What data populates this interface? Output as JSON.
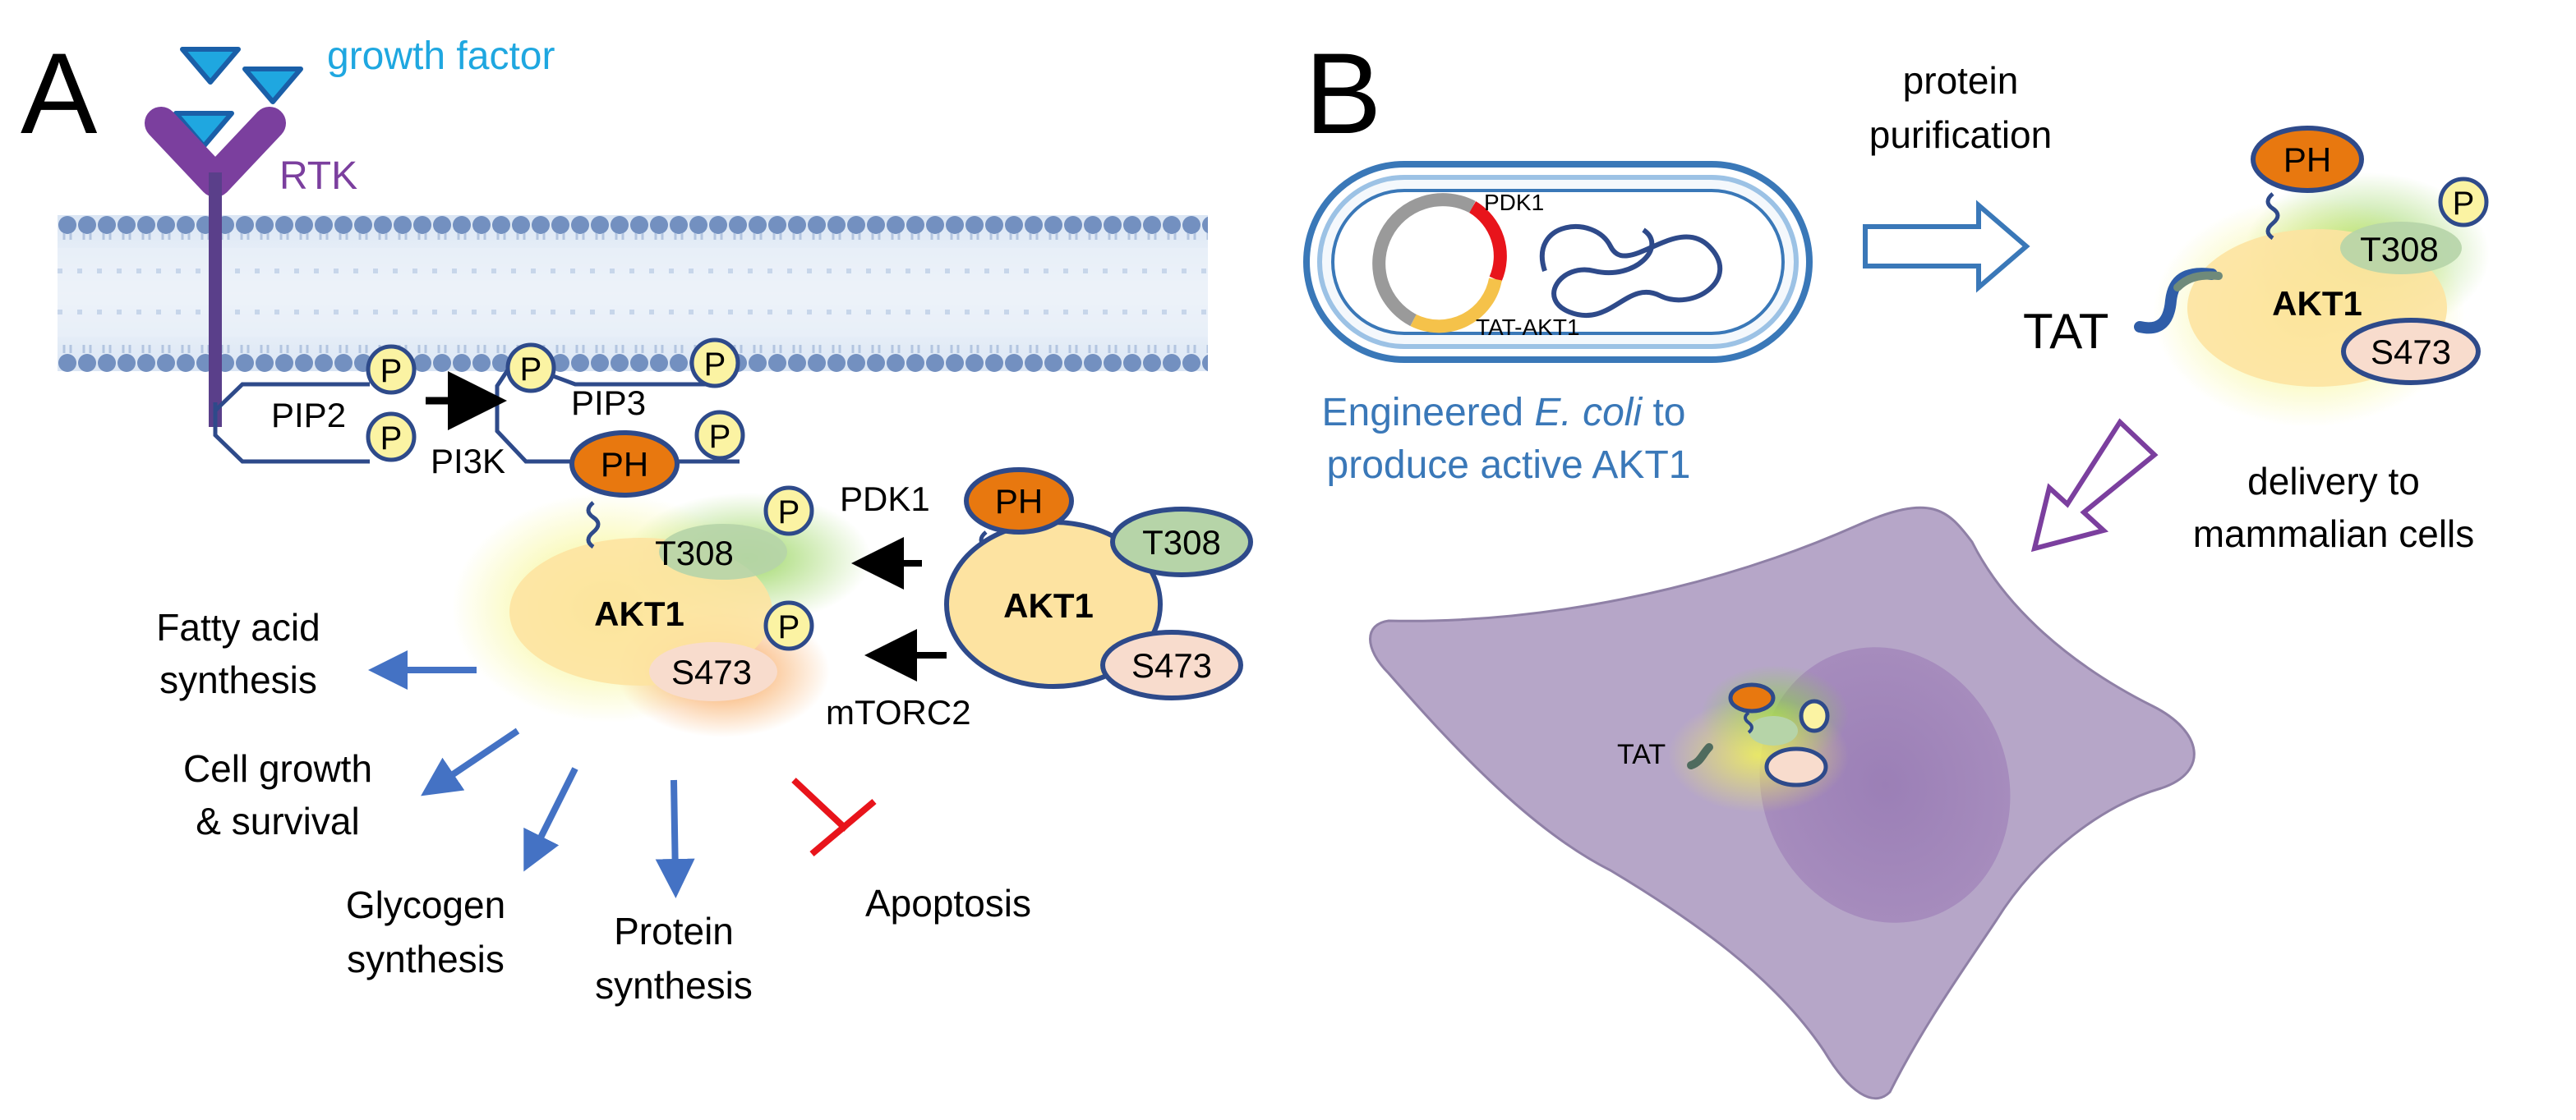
{
  "panelA": {
    "label": "A",
    "growth_factor": "growth factor",
    "rtk": "RTK",
    "pip2": "PIP2",
    "pip3": "PIP3",
    "pi3k": "PI3K",
    "p": "P",
    "ph": "PH",
    "t308": "T308",
    "s473": "S473",
    "akt1": "AKT1",
    "pdk1": "PDK1",
    "mtorc2": "mTORC2",
    "outcomes": {
      "fatty_1": "Fatty acid",
      "fatty_2": "synthesis",
      "cell_1": "Cell growth",
      "cell_2": "& survival",
      "glycogen_1": "Glycogen",
      "glycogen_2": "synthesis",
      "protein_1": "Protein",
      "protein_2": "synthesis",
      "apoptosis": "Apoptosis"
    }
  },
  "panelB": {
    "label": "B",
    "plasmid_pdk1": "PDK1",
    "plasmid_tat_akt1": "TAT-AKT1",
    "ecoli_pre": "Engineered ",
    "ecoli_italic": "E. coli",
    "ecoli_post": " to",
    "ecoli_line2": "produce active AKT1",
    "purif_1": "protein",
    "purif_2": "purification",
    "tat": "TAT",
    "ph": "PH",
    "p": "P",
    "t308": "T308",
    "akt1": "AKT1",
    "s473": "S473",
    "delivery_1": "delivery to",
    "delivery_2": "mammalian cells",
    "cell_tat": "TAT"
  },
  "colors": {
    "growth_factor": "#1fa7e0",
    "rtk": "#7b3f9e",
    "membrane": "#6f8fbf",
    "outline": "#2e4a8a",
    "ph": "#e8780f",
    "phospho": "#fbf3a3",
    "t308": "#b6d4a8",
    "s473": "#f8dccd",
    "akt1": "#fde3a1",
    "blue_arrow": "#4472c4",
    "red_inhibit": "#e8141b",
    "ecoli_text": "#3a78b8",
    "cell": "#b6a6c8"
  }
}
